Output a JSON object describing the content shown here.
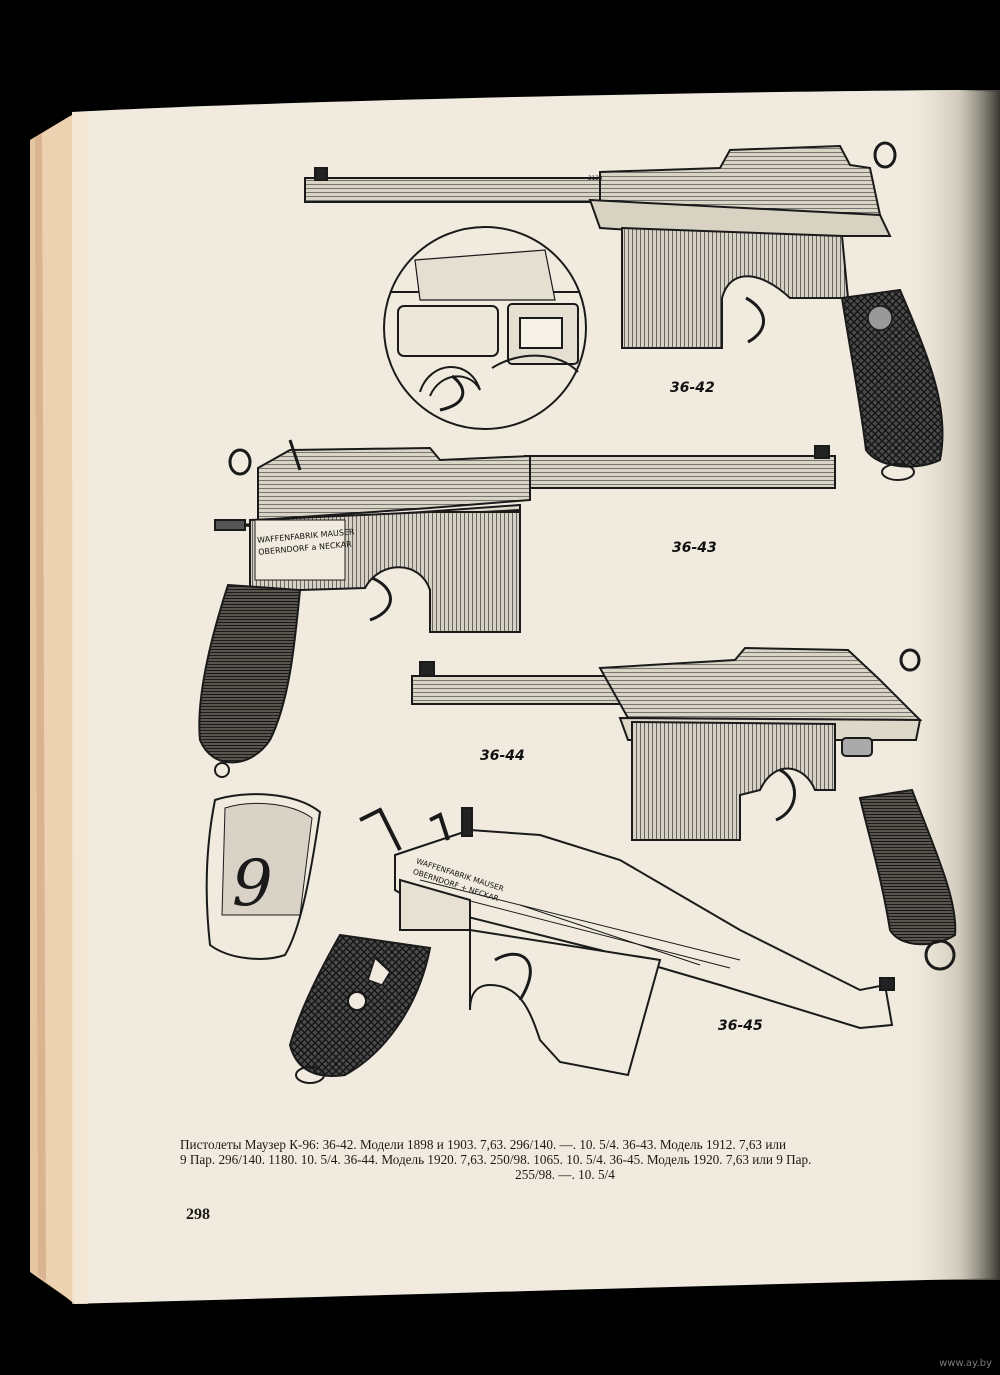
{
  "page": {
    "caption": {
      "line1": "Пистолеты Маузер К-96: 36-42. Модели 1898 и 1903. 7,63. 296/140. —. 10. 5/4. 36-43. Модель 1912. 7,63 или",
      "line2": "9 Пар. 296/140. 1180. 10. 5/4. 36-44. Модель 1920. 7,63. 250/98. 1065. 10. 5/4. 36-45. Модель 1920. 7,63 или 9 Пар.",
      "line3": "255/98. —. 10. 5/4"
    },
    "page_number": "298"
  },
  "figures": [
    {
      "label": "36-42",
      "engraving": "WAFFENFABRIK MAUSER"
    },
    {
      "label": "36-43",
      "engraving_line1": "WAFFENFABRIK MAUSER",
      "engraving_line2": "OBERNDORF a NECKAR"
    },
    {
      "label": "36-44"
    },
    {
      "label": "36-45",
      "engraving_line1": "WAFFENFABRIK MAUSER",
      "engraving_line2": "OBERNDORF + NECKAR"
    }
  ],
  "grip_detail": {
    "numeral": "9"
  },
  "watermark": "www.ay.by",
  "colors": {
    "paper": "#f0ebde",
    "ink": "#1a1a1a",
    "background": "#000000",
    "page_edge": "#e0b98e"
  }
}
